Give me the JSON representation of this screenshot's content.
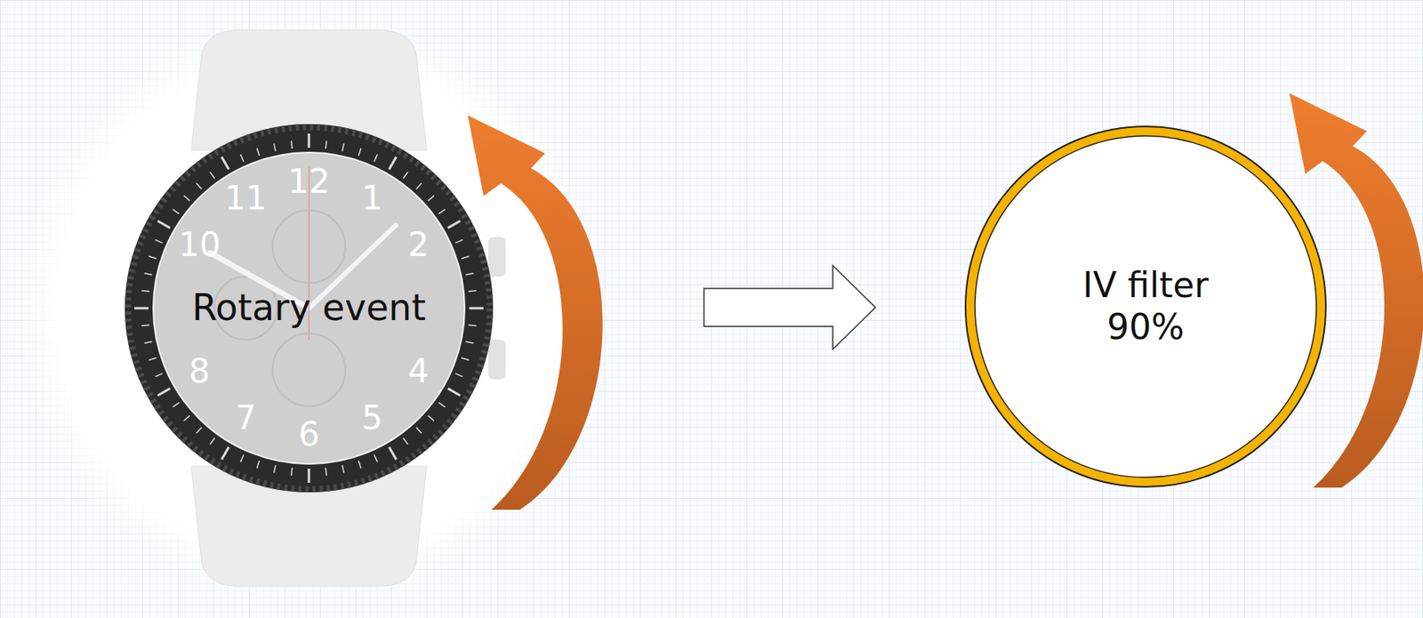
{
  "diagram": {
    "nodes": [
      {
        "text": [
          "Rotary event"
        ]
      },
      {
        "text": [
          "IV filter 90%"
        ]
      }
    ],
    "edges": [
      {
        "from": 0,
        "to": 1,
        "arrow": "to"
      }
    ],
    "labels": [
      "12",
      "1",
      "2",
      "4",
      "5",
      "6",
      "7",
      "8",
      "10",
      "11"
    ]
  }
}
